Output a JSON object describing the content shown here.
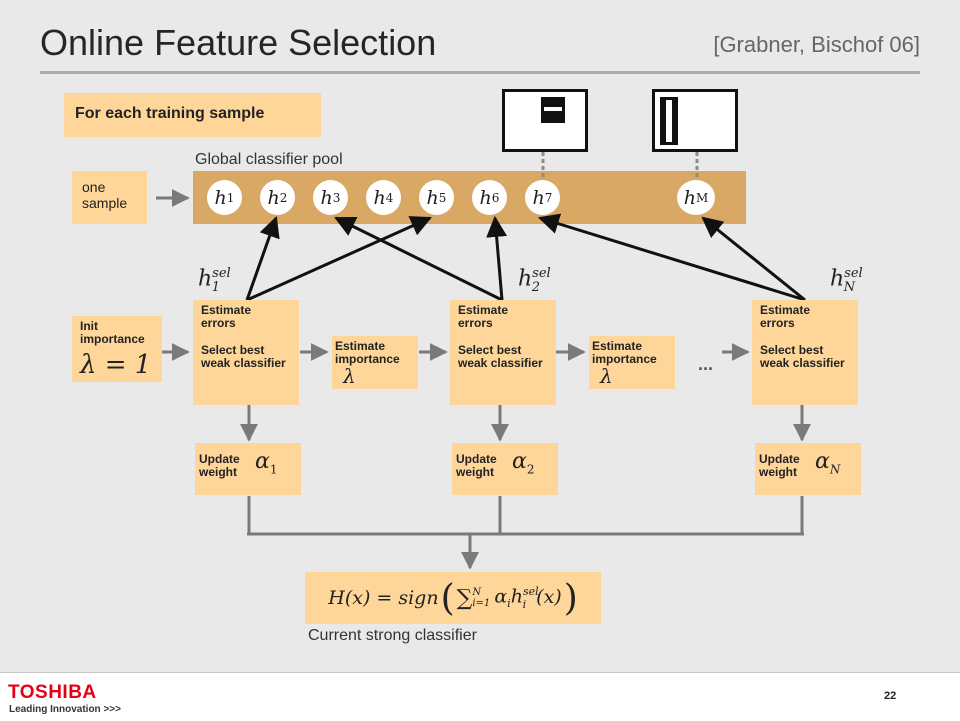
{
  "title": "Online Feature Selection",
  "reference": "[Grabner, Bischof 06]",
  "header_box": "For each training sample",
  "pool_label": "Global classifier pool",
  "sample_box": "one sample",
  "pool": {
    "classifiers": [
      {
        "sym": "h",
        "sub": "1"
      },
      {
        "sym": "h",
        "sub": "2"
      },
      {
        "sym": "h",
        "sub": "3"
      },
      {
        "sym": "h",
        "sub": "4"
      },
      {
        "sym": "h",
        "sub": "5"
      },
      {
        "sym": "h",
        "sub": "6"
      },
      {
        "sym": "h",
        "sub": "7"
      },
      {
        "sym": "h",
        "sub": "M"
      }
    ]
  },
  "init": {
    "label": "Init importance",
    "formula": "λ = 1"
  },
  "selectors": [
    {
      "hsel": "h",
      "sup": "sel",
      "sub": "1",
      "step1": "Estimate errors",
      "step2": "Select best weak classifier",
      "update": "Update weight",
      "alpha": "α",
      "alpha_sub": "1"
    },
    {
      "hsel": "h",
      "sup": "sel",
      "sub": "2",
      "step1": "Estimate errors",
      "step2": "Select best weak classifier",
      "update": "Update weight",
      "alpha": "α",
      "alpha_sub": "2"
    },
    {
      "hsel": "h",
      "sup": "sel",
      "sub": "N",
      "step1": "Estimate errors",
      "step2": "Select best weak classifier",
      "update": "Update weight",
      "alpha": "α",
      "alpha_sub": "N"
    }
  ],
  "importance": [
    {
      "label": "Estimate importance",
      "sym": "λ"
    },
    {
      "label": "Estimate importance",
      "sym": "λ"
    }
  ],
  "ellipsis": "...",
  "strong": {
    "lhs": "H(x) = sign",
    "sum": "∑",
    "sum_top": "N",
    "sum_bottom": "i=1",
    "term": "α",
    "term_sub": "i",
    "h": "h",
    "h_sup": "sel",
    "h_sub": "i",
    "arg": "(x)",
    "label": "Current strong classifier"
  },
  "footer": {
    "company": "TOSHIBA",
    "tagline": "Leading Innovation >>>",
    "page": "22"
  }
}
